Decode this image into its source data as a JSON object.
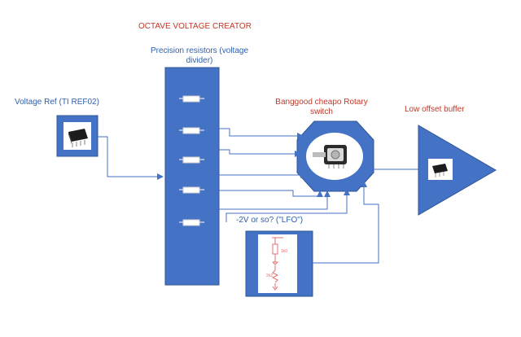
{
  "title": "OCTAVE VOLTAGE CREATOR",
  "labels": {
    "voltage_ref": "Voltage Ref (TI REF02)",
    "resistors_line1": "Precision resistors (voltage",
    "resistors_line2": "divider)",
    "rotary_line1": "Banggood cheapo Rotary",
    "rotary_line2": "switch",
    "buffer": "Low offset buffer",
    "lfo": "-2V or so? (\"LFO\")",
    "schem_r1": "1k0",
    "schem_r2": "2k2"
  },
  "colors": {
    "block_fill": "#4472c4",
    "block_stroke": "#2f5597",
    "connector": "#4472c4",
    "title_text": "#c0392b",
    "label_text": "#2f5faa"
  }
}
